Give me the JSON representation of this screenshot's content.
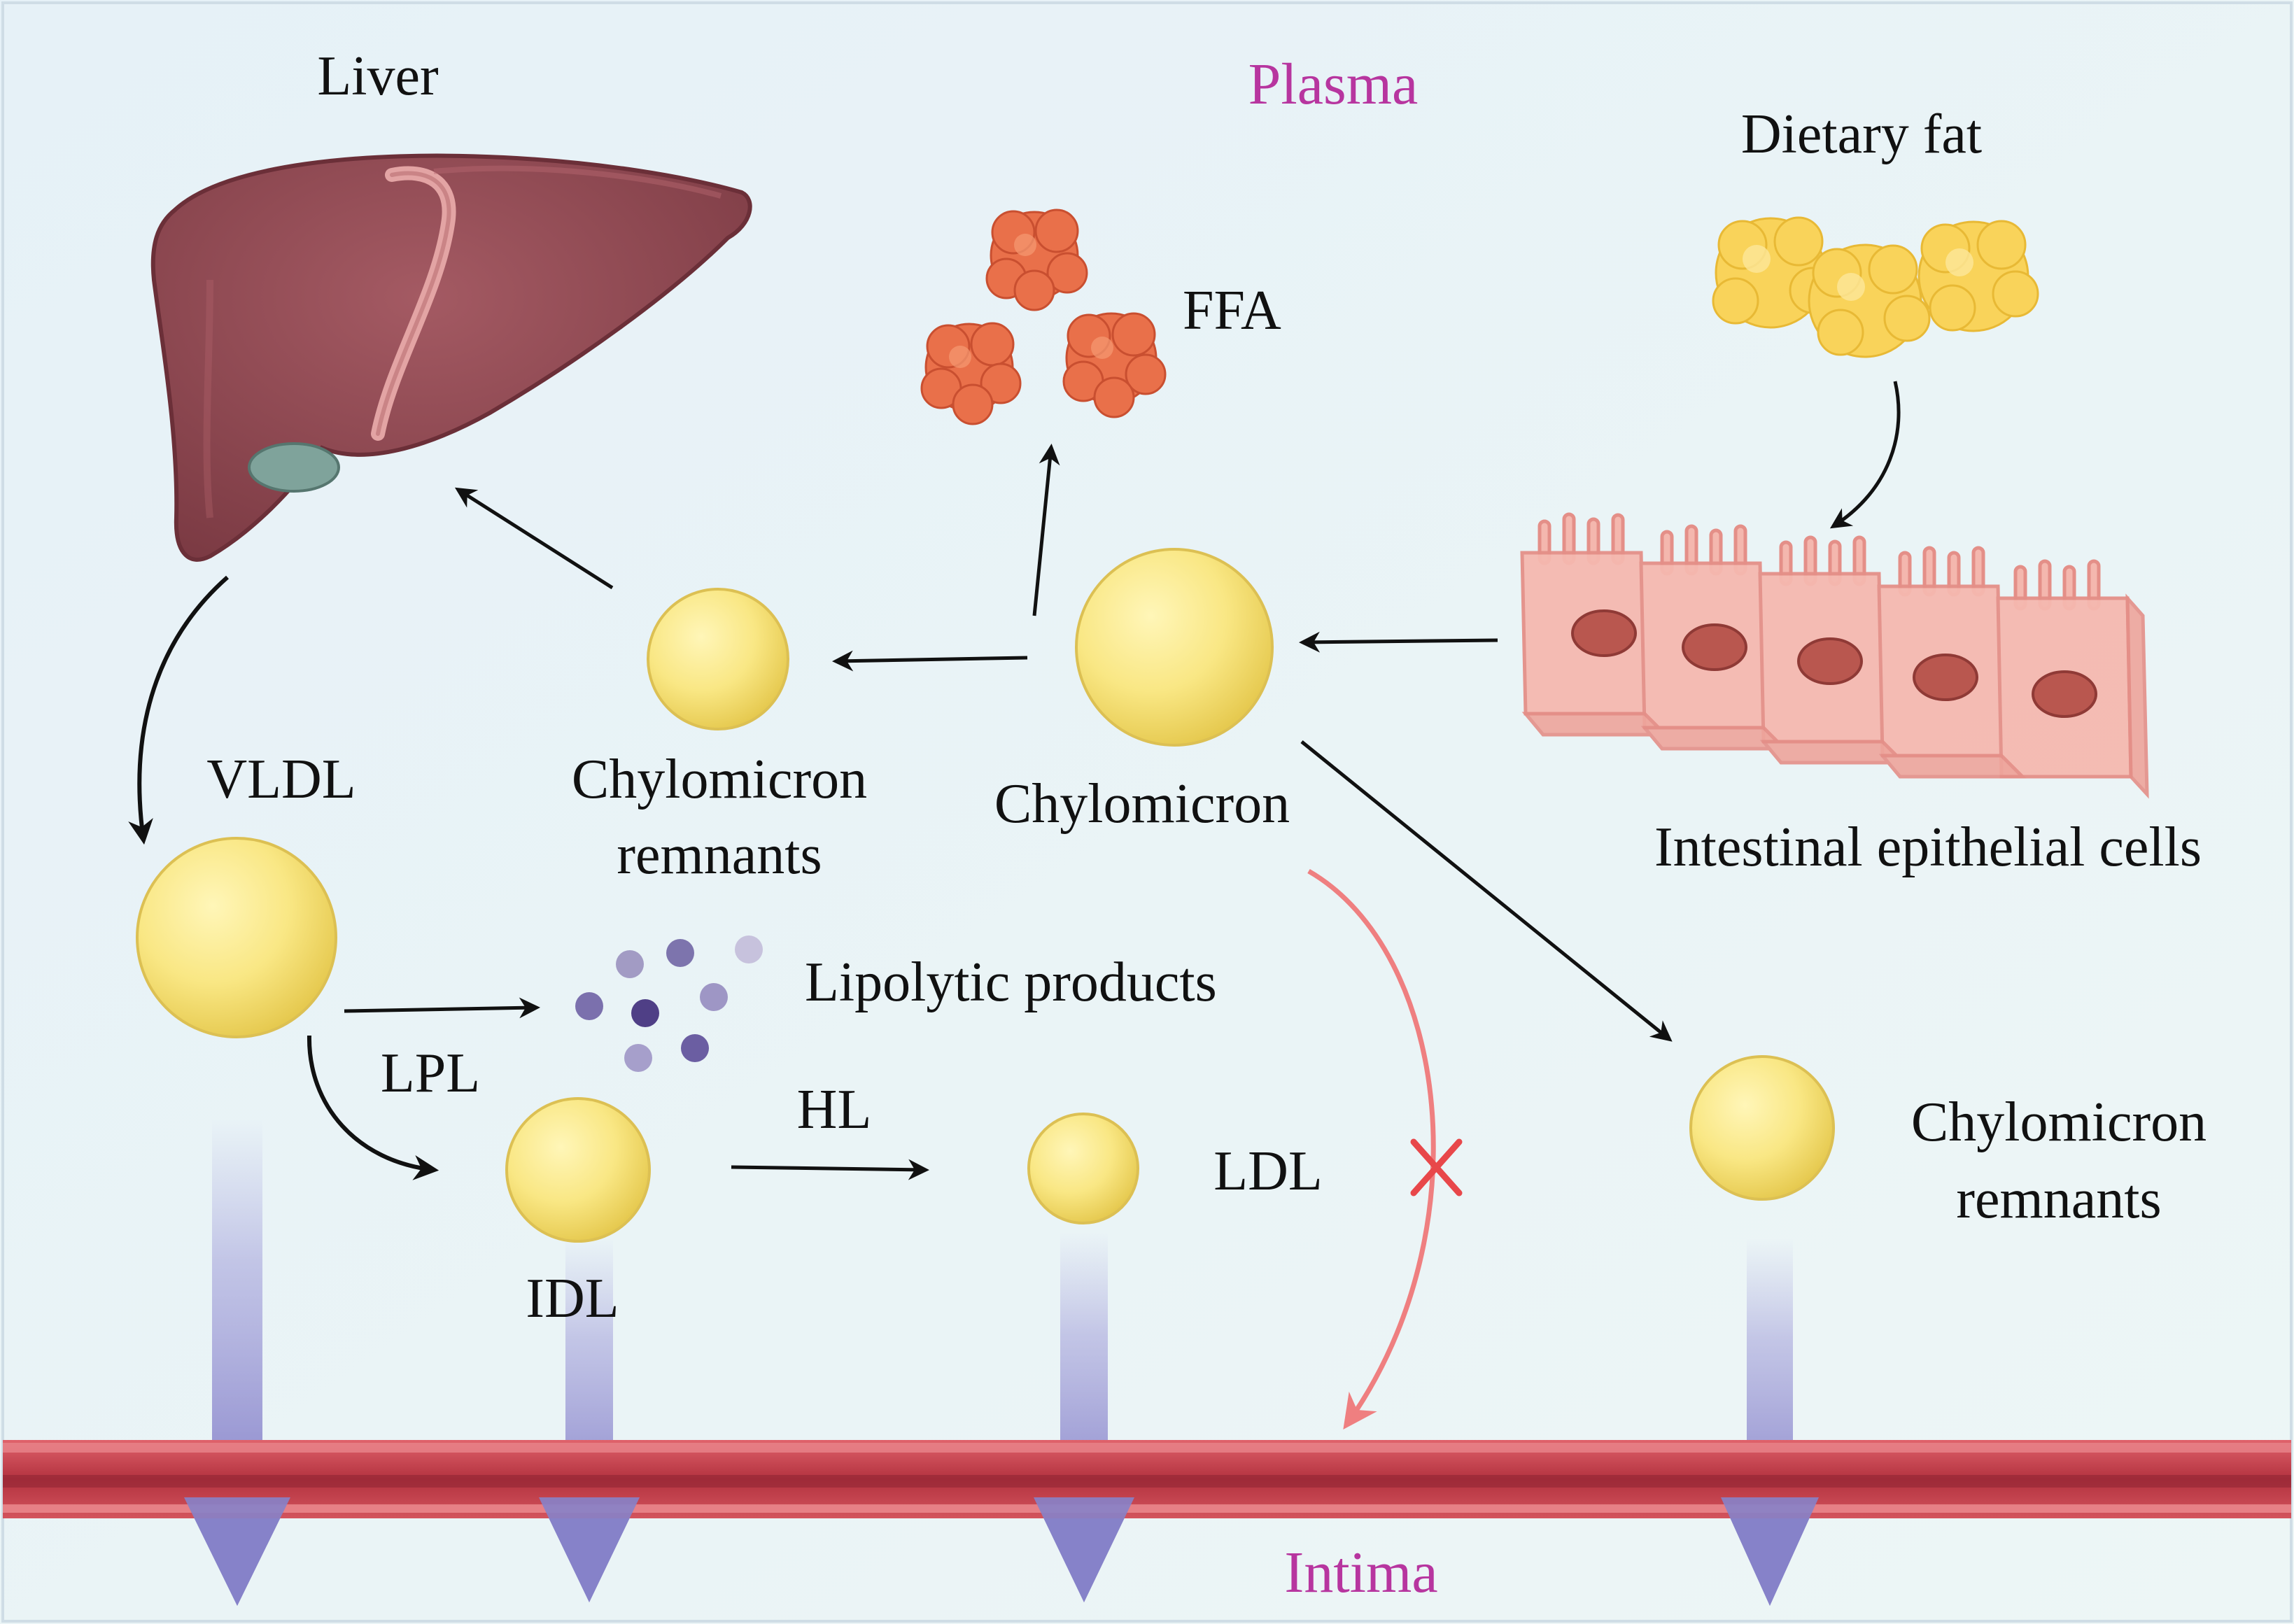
{
  "labels": {
    "liver": "Liver",
    "plasma": "Plasma",
    "dietary_fat": "Dietary fat",
    "ffa": "FFA",
    "vldl": "VLDL",
    "chylomicron_remnants_line1": "Chylomicron",
    "chylomicron_remnants_line2": "remnants",
    "chylomicron": "Chylomicron",
    "intestinal_epithelial_cells": "Intestinal epithelial cells",
    "lipolytic_products": "Lipolytic products",
    "lpl": "LPL",
    "hl": "HL",
    "ldl": "LDL",
    "idl": "IDL",
    "chylomicron_remnants_right_line1": "Chylomicron",
    "chylomicron_remnants_right_line2": "remnants",
    "intima": "Intima"
  },
  "icons": {
    "liver": "liver-organ-icon",
    "ffa": "free-fatty-acid-cluster-icon",
    "dietary_fat": "fat-droplet-icon",
    "epithelium": "intestinal-epithelium-icon",
    "lipoprotein": "lipoprotein-particle-icon",
    "blocked": "cross-mark-icon"
  },
  "colors": {
    "background": "#e9f3f8",
    "label_accent": "#b7359f",
    "lipoprotein": "#f7e27a",
    "liver": "#8f4a52",
    "ffa": "#e9704a",
    "dietary_fat": "#f9d35a",
    "epithelium": "#f0a9a0",
    "intima_vessel": "#c2414f",
    "blocked_arrow": "#ef7f80",
    "penetration_arrow": "#8a86cc"
  }
}
